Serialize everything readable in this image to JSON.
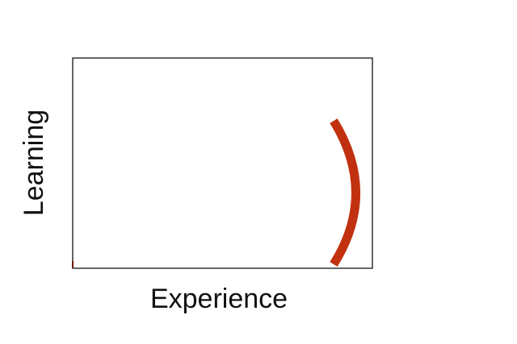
{
  "diagram": {
    "xlabel": "Experience",
    "ylabel": "Learning",
    "frame_color": "#000000",
    "curve_color": "#c1310f",
    "curve_shape": "right-bracket-arc"
  }
}
